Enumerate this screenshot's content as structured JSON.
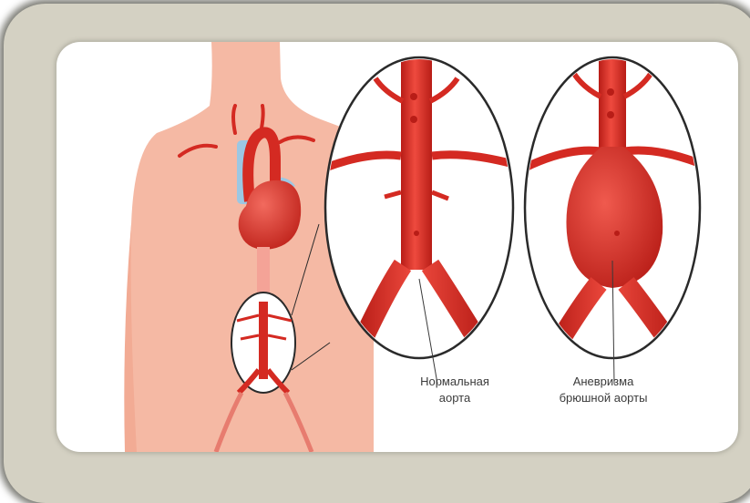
{
  "labels": {
    "normal": {
      "line1": "Нормальная",
      "line2": "аорта"
    },
    "aneurysm": {
      "line1": "Аневризма",
      "line2": "брюшной аорты"
    }
  },
  "colors": {
    "frame": "#d4d1c3",
    "body": "#f5b9a4",
    "artery": "#d42a22",
    "vein": "#9cc7e3",
    "heart": "#d9352c"
  },
  "icons": [
    "torso-silhouette",
    "heart",
    "aorta",
    "magnifier-lens-normal",
    "magnifier-lens-aneurysm"
  ]
}
